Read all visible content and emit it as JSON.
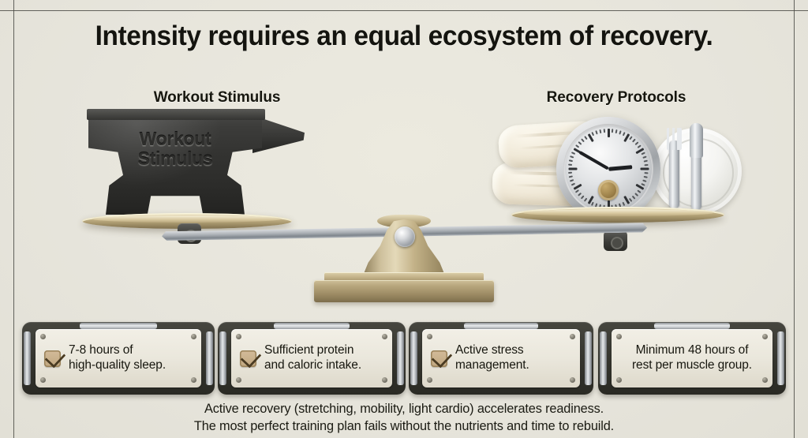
{
  "header": {
    "title": "Intensity requires an equal ecosystem of recovery."
  },
  "scale": {
    "left_label": "Workout Stimulus",
    "right_label": "Recovery Protocols",
    "anvil_engraving_line1": "Workout",
    "anvil_engraving_line2": "Stimulus",
    "recovery_icons": [
      "pillow-top",
      "pillow-bottom",
      "alarm-clock",
      "plate",
      "fork",
      "knife"
    ],
    "clock_time": "2:50"
  },
  "cards": [
    {
      "check": true,
      "line1": "7-8 hours of",
      "line2": "high-quality sleep."
    },
    {
      "check": true,
      "line1": "Sufficient protein",
      "line2": "and caloric intake."
    },
    {
      "check": true,
      "line1": "Active stress",
      "line2": "management."
    },
    {
      "check": false,
      "line1": "Minimum 48 hours of",
      "line2": "rest per muscle group."
    }
  ],
  "footer": {
    "line1": "Active recovery (stretching, mobility, light cardio) accelerates readiness.",
    "line2": "The most perfect training plan fails without the nutrients and time to rebuild."
  },
  "colors": {
    "background": "#e9e7df",
    "ink": "#17170f",
    "brass": "#bfae85",
    "steel": "#b6bbc0",
    "anvil": "#33332f",
    "card_frame": "#36362f",
    "checkbox": "#c9b18a"
  }
}
